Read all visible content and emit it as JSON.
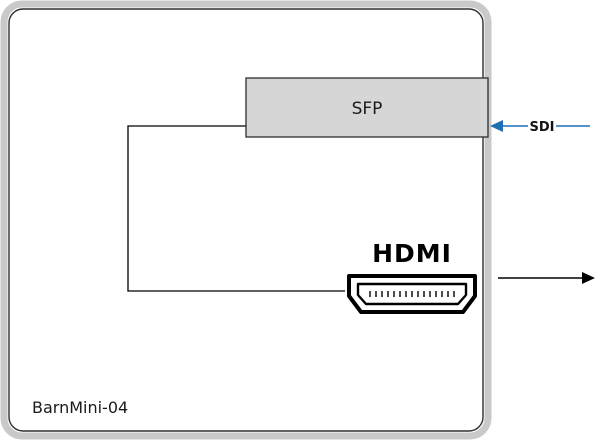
{
  "device": {
    "name": "BarnMini-04"
  },
  "sfp": {
    "label": "SFP"
  },
  "sdi": {
    "label": "SDI"
  },
  "hdmi": {
    "label": "HDMI"
  },
  "colors": {
    "device_border": "#c8c8c8",
    "device_inner_border": "#2b2b2b",
    "sfp_fill": "#d6d6d6",
    "sdi_arrow": "#1f6fb5",
    "wire": "#000000"
  },
  "icons": [
    "hdmi-port-icon",
    "input-arrow-icon",
    "output-arrow-icon"
  ]
}
